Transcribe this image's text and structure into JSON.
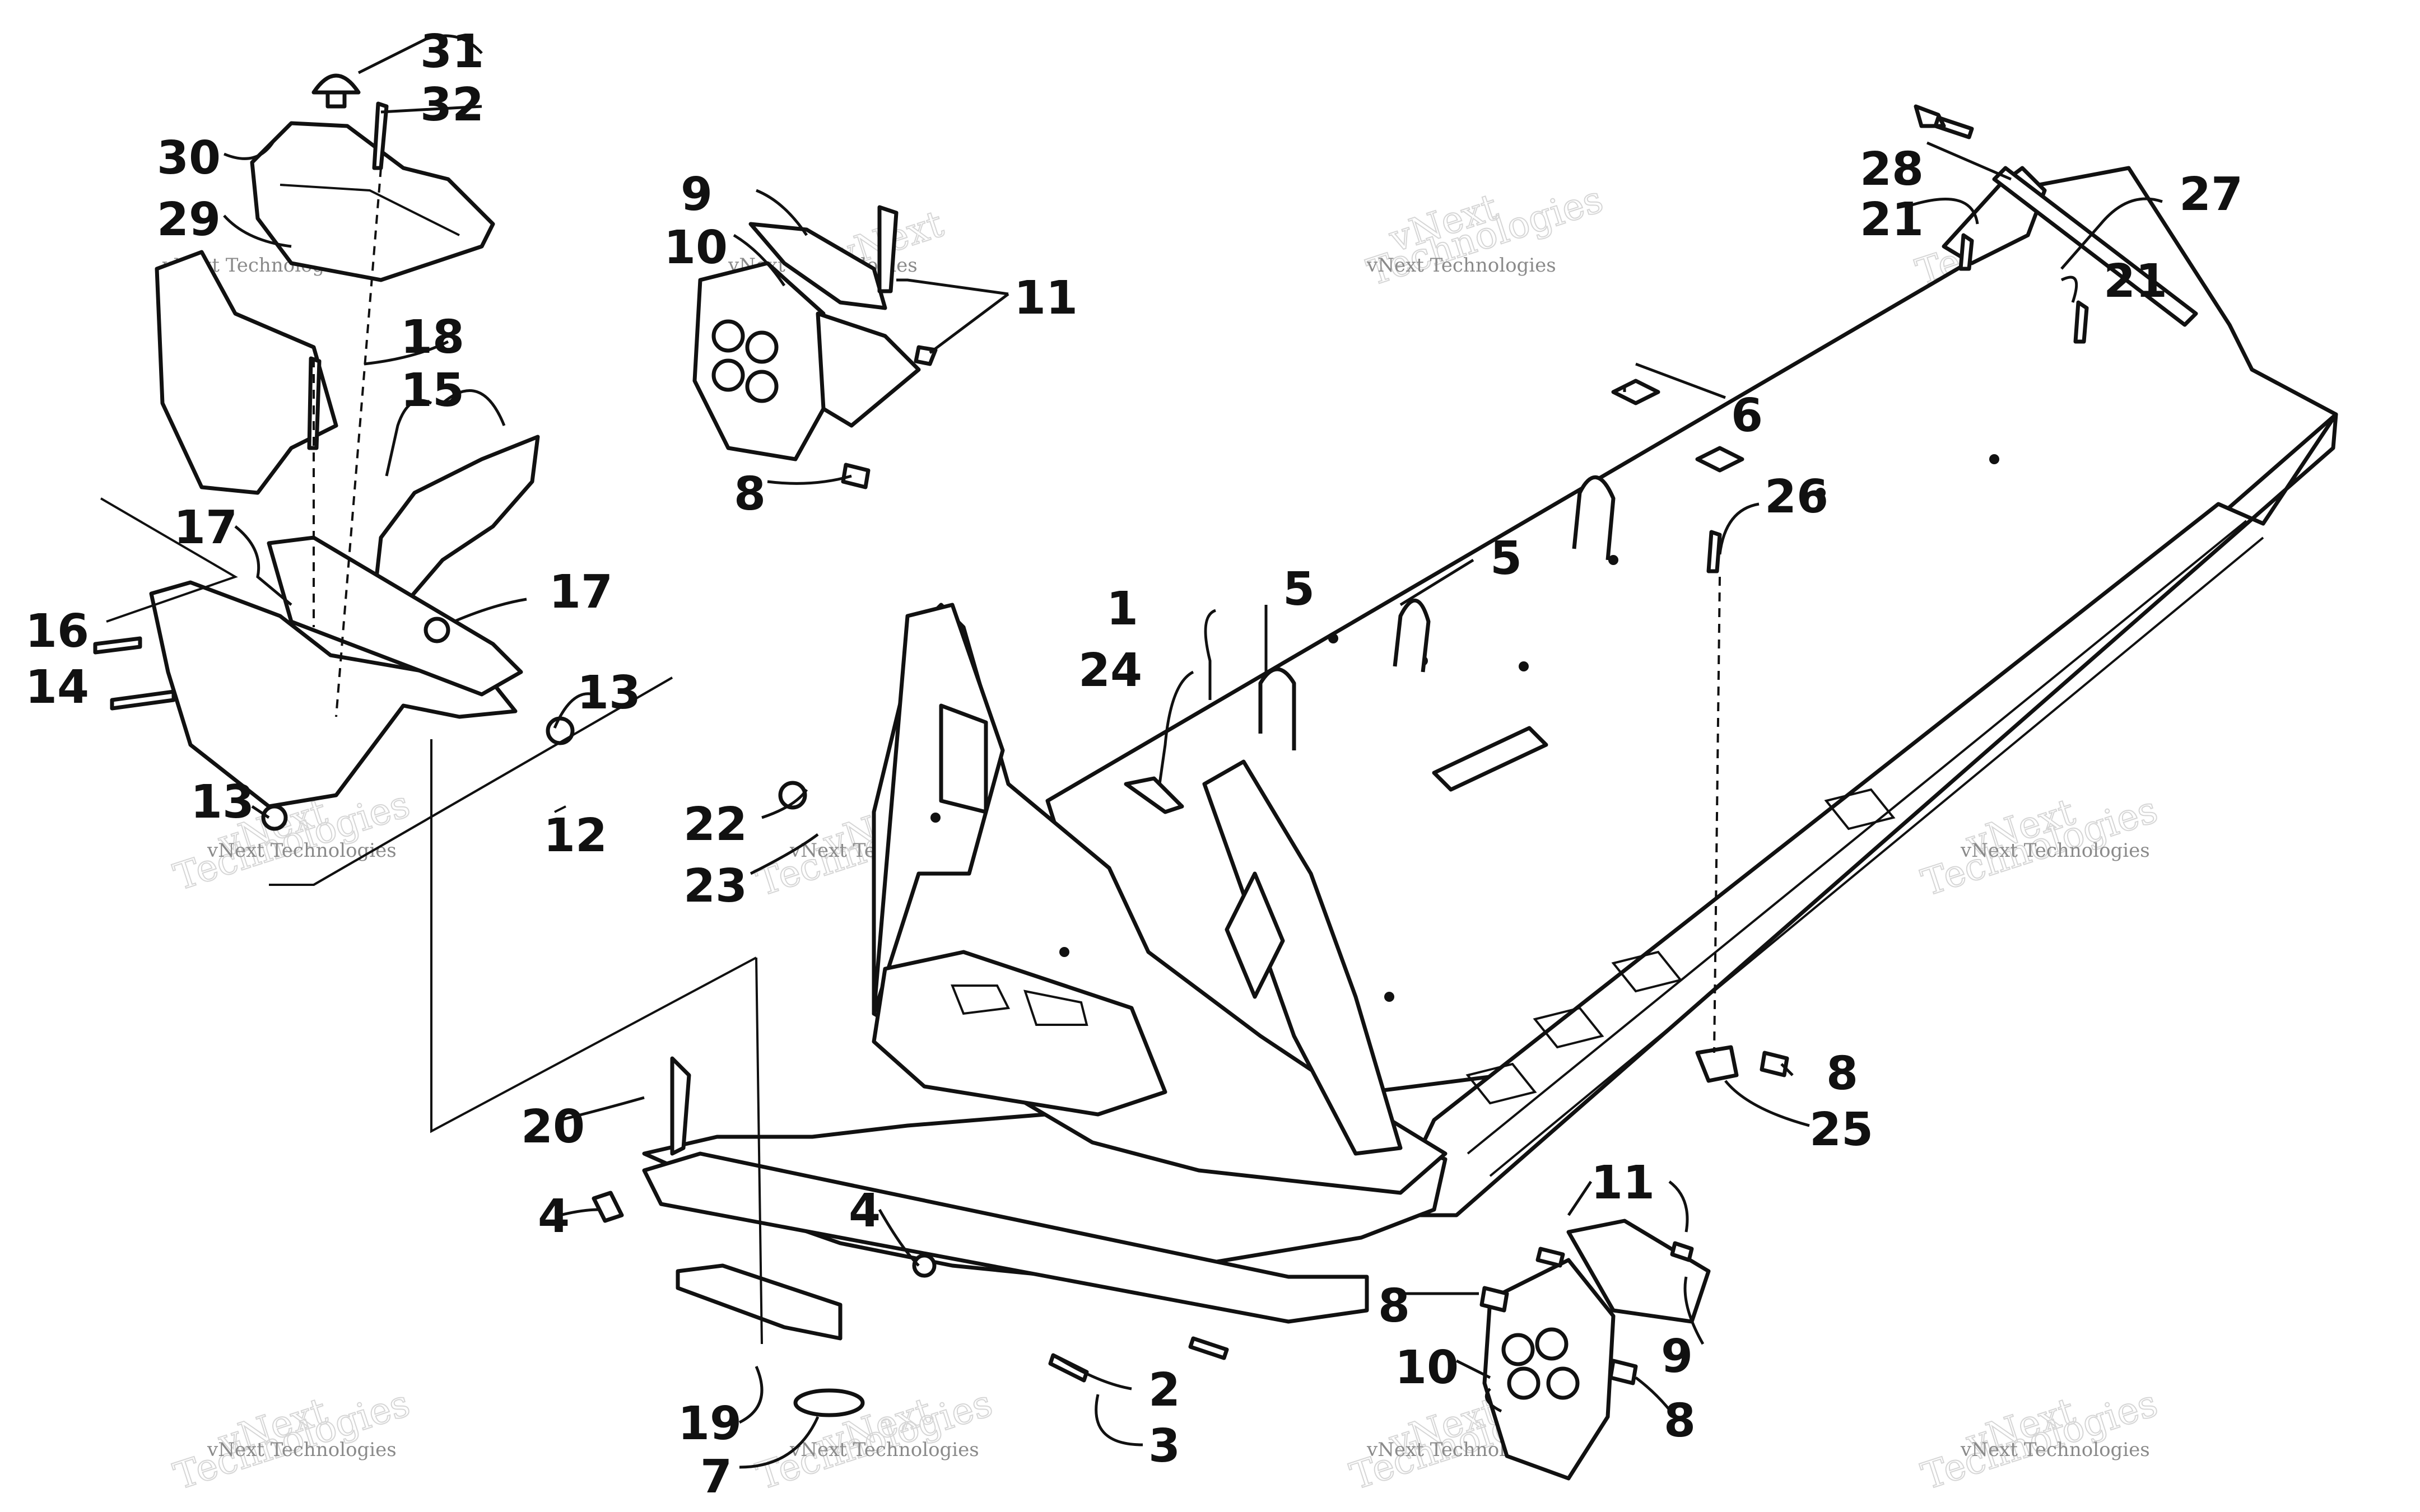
{
  "watermark": {
    "text_small": "vNext Technologies",
    "text_large_a": "Technologies",
    "text_large_b": "vNext"
  },
  "callouts": {
    "n1": "1",
    "n2": "2",
    "n3": "3",
    "n4a": "4",
    "n4b": "4",
    "n5a": "5",
    "n5b": "5",
    "n6": "6",
    "n7": "7",
    "n8a": "8",
    "n8b": "8",
    "n8c": "8",
    "n8d": "8",
    "n9a": "9",
    "n9b": "9",
    "n10a": "10",
    "n10b": "10",
    "n11a": "11",
    "n11b": "11",
    "n12": "12",
    "n13a": "13",
    "n13b": "13",
    "n14": "14",
    "n15": "15",
    "n16": "16",
    "n17a": "17",
    "n17b": "17",
    "n18": "18",
    "n19": "19",
    "n20": "20",
    "n21a": "21",
    "n21b": "21",
    "n22": "22",
    "n23": "23",
    "n24": "24",
    "n25": "25",
    "n26": "26",
    "n27": "27",
    "n28": "28",
    "n29": "29",
    "n30": "30",
    "n31": "31",
    "n32": "32"
  }
}
